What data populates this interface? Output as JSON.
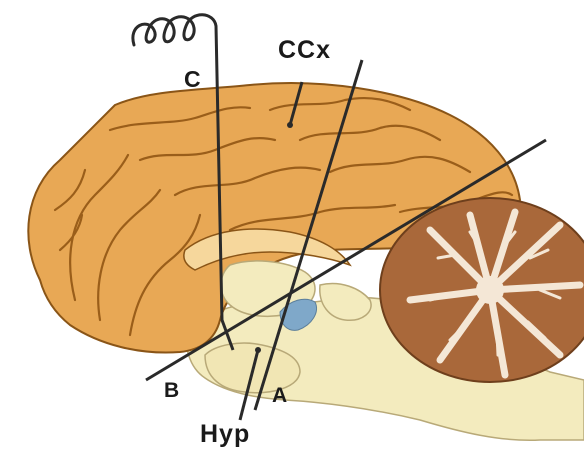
{
  "labels": {
    "ccx": "CCx",
    "c": "C",
    "b": "B",
    "a": "A",
    "hyp": "Hyp"
  },
  "colors": {
    "cortex": "#E8A855",
    "cortex_sulcus": "#9A5E1A",
    "cortex_outline": "#8A5517",
    "brainstem": "#F3EBBE",
    "brainstem_outline": "#B8A978",
    "cerebellum": "#A9683A",
    "cerebellum_inner": "#F4E7D6",
    "ventricle": "#7FA8C9",
    "probe_line": "#2a2a2a"
  }
}
